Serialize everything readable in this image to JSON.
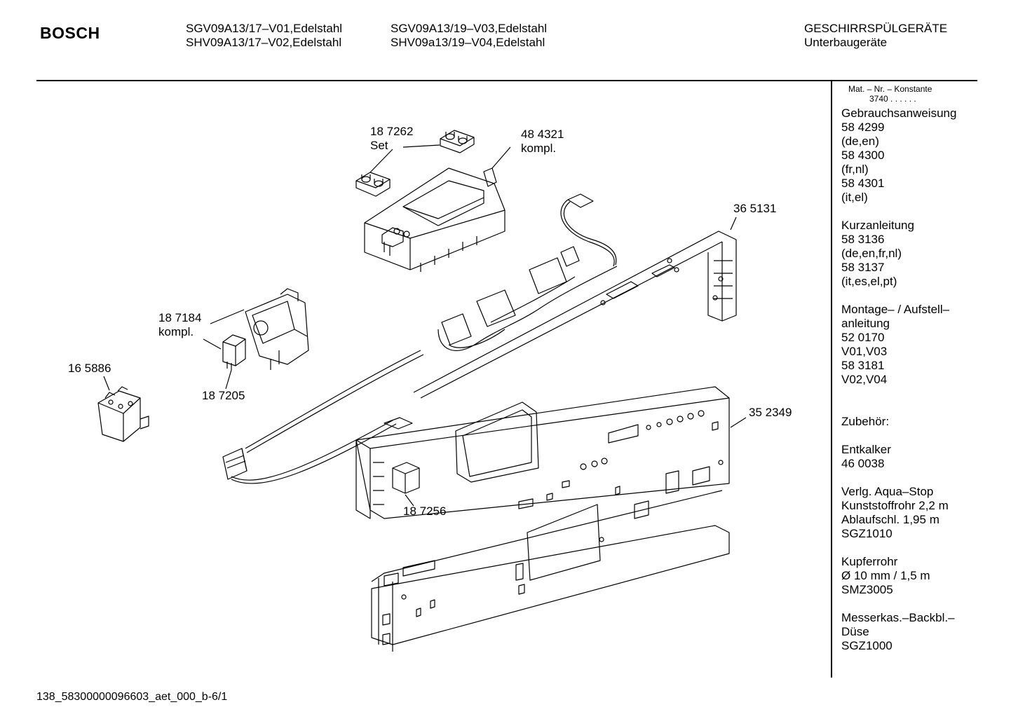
{
  "header": {
    "brand": "BOSCH",
    "models_col1": [
      "SGV09A13/17–V01,Edelstahl",
      "SHV09A13/17–V02,Edelstahl"
    ],
    "models_col2": [
      "SGV09A13/19–V03,Edelstahl",
      "SHV09a13/19–V04,Edelstahl"
    ],
    "category": "GESCHIRRSPÜLGERÄTE",
    "subcategory": "Unterbaugeräte"
  },
  "sidebar": {
    "konstante_label": "Mat. – Nr. – Konstante",
    "konstante_value": "3740 . . . . . .",
    "sections": [
      {
        "lines": [
          "Gebrauchsanweisung",
          "58 4299",
          "(de,en)",
          "58 4300",
          "(fr,nl)",
          "58 4301",
          "(it,el)"
        ]
      },
      {
        "lines": [
          "Kurzanleitung",
          "58 3136",
          "(de,en,fr,nl)",
          "58 3137",
          "(it,es,el,pt)"
        ]
      },
      {
        "lines": [
          "Montage– / Aufstell–",
          "anleitung",
          "52 0170",
          "V01,V03",
          "58 3181",
          "V02,V04"
        ]
      },
      {
        "lines": [
          "Zubehör:"
        ]
      },
      {
        "lines": [
          "Entkalker",
          "46 0038"
        ]
      },
      {
        "lines": [
          "Verlg. Aqua–Stop",
          "Kunststoffrohr 2,2 m",
          "Ablaufschl. 1,95 m",
          "SGZ1010"
        ]
      },
      {
        "lines": [
          "Kupferrohr",
          "Ø 10 mm / 1,5 m",
          "SMZ3005"
        ]
      },
      {
        "lines": [
          "Messerkas.–Backbl.–",
          "Düse",
          "SGZ1000"
        ]
      }
    ]
  },
  "callouts": {
    "p187262": "18 7262",
    "p187262_sub": "Set",
    "p484321": "48 4321",
    "p484321_sub": "kompl.",
    "p365131": "36 5131",
    "p187184": "18 7184",
    "p187184_sub": "kompl.",
    "p165886": "16 5886",
    "p187205": "18 7205",
    "p352349": "35 2349",
    "p187256": "18 7256"
  },
  "footer": {
    "code": "138_58300000096603_aet_000_b-6/1"
  }
}
